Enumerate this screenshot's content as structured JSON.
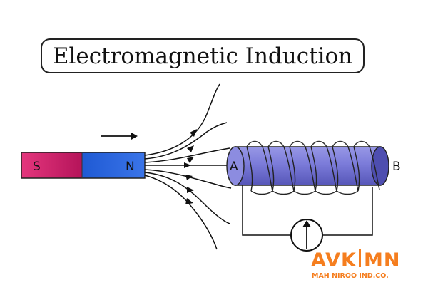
{
  "title": "Electromagnetic Induction",
  "magnet": {
    "south_label": "S",
    "north_label": "N",
    "south_color": "#d6226b",
    "north_color": "#2a63d8"
  },
  "motion_arrow_icon": "arrow-right-icon",
  "coil": {
    "end_a_label": "A",
    "end_b_label": "B",
    "color": "#7d7ddb"
  },
  "meter_icon": "galvanometer-icon",
  "watermark": {
    "left": "AVK",
    "right": "MN",
    "sub": "MAH NIROO IND.CO.",
    "color": "#f57e1f"
  }
}
